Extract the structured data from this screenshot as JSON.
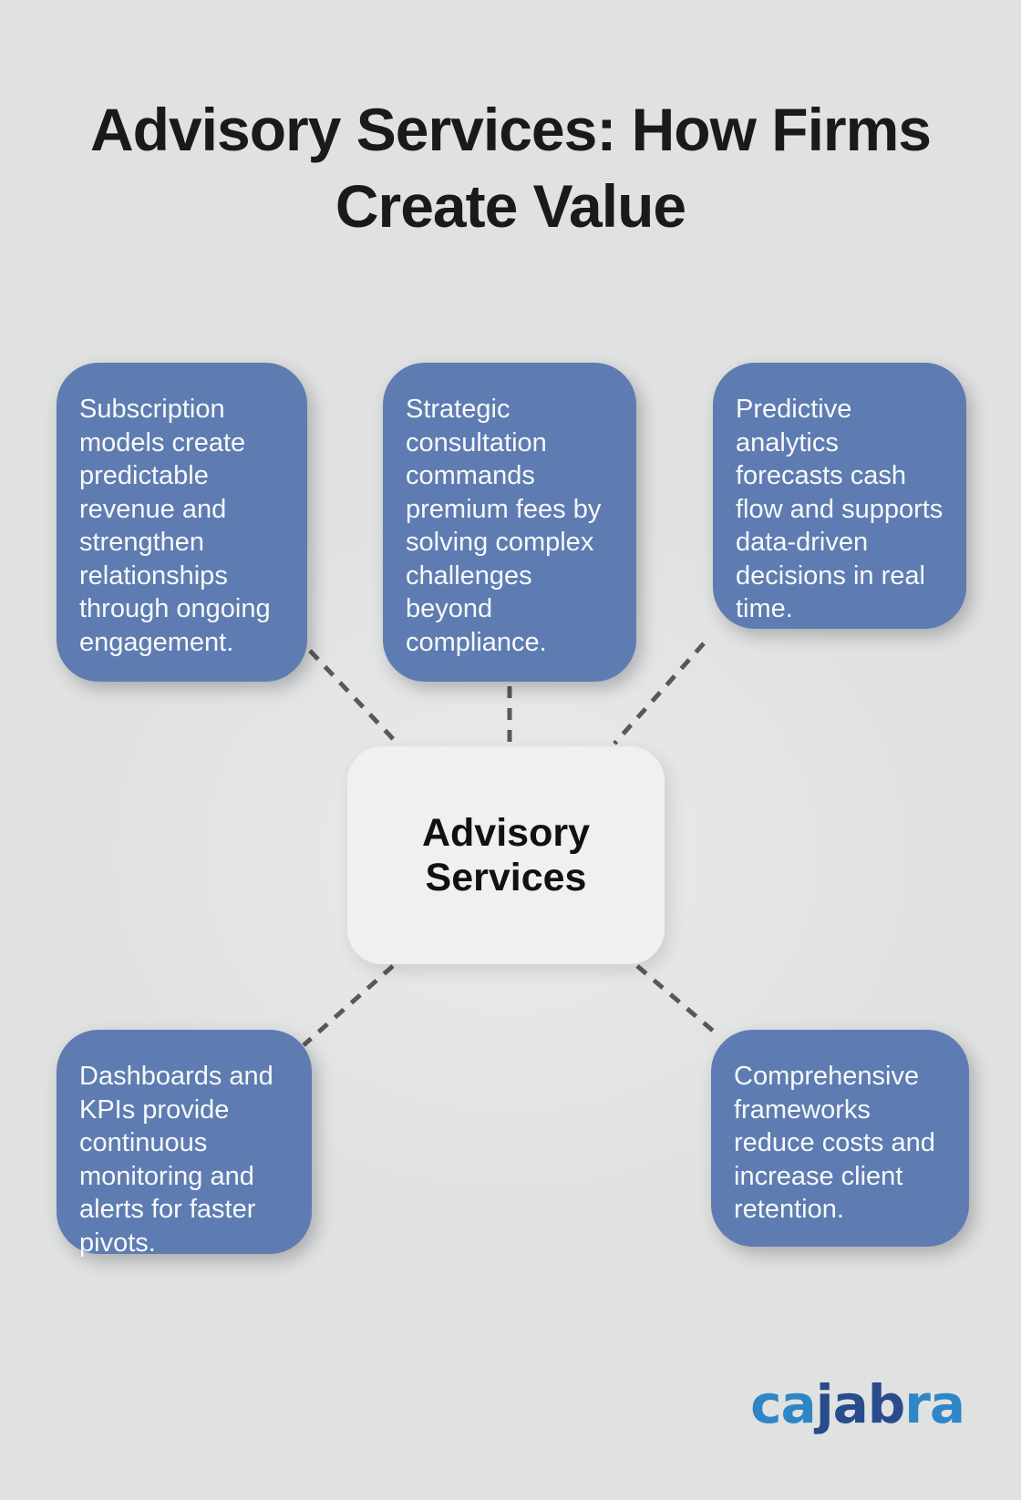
{
  "colors": {
    "background": "#E0E1E1",
    "background_halo": "#EAEBEB",
    "node_fill": "#5E7CB1",
    "node_text": "#F7F9FB",
    "center_fill": "#EFF0F2",
    "center_text": "#111111",
    "title_text": "#1A1A1A",
    "connector": "#58585A",
    "logo_light": "#2E86C6",
    "logo_dark": "#284B8C"
  },
  "title": {
    "line1": "Advisory Services: How Firms",
    "line2": "Create Value"
  },
  "center_node": {
    "label": "Advisory Services"
  },
  "nodes": [
    {
      "id": "subscription-models",
      "text": "Subscription models create predictable revenue and strengthen relationships through ongoing engagement."
    },
    {
      "id": "strategic-consultation",
      "text": "Strategic consultation commands premium fees by solving complex challenges beyond compliance."
    },
    {
      "id": "predictive-analytics",
      "text": "Predictive analytics forecasts cash flow and supports data-driven decisions in real time."
    },
    {
      "id": "dashboards-kpis",
      "text": "Dashboards and KPIs provide continuous monitoring and alerts for faster pivots."
    },
    {
      "id": "comprehensive-frameworks",
      "text": "Comprehensive frameworks reduce costs and increase client retention."
    }
  ],
  "logo": {
    "part1": "ca",
    "part2": "jab",
    "part3": "ra"
  }
}
